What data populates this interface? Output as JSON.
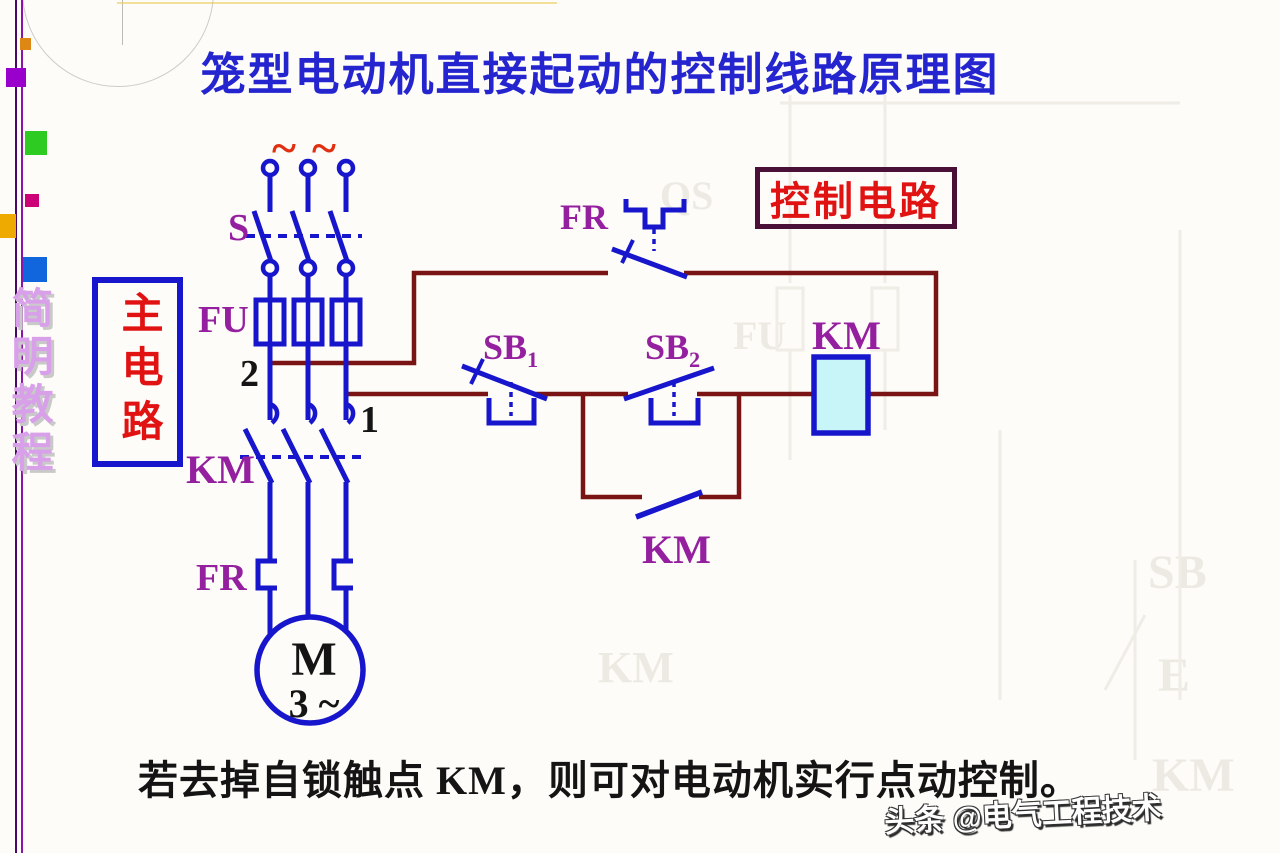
{
  "title": "笼型电动机直接起动的控制线路原理图",
  "caption": "若去掉自锁触点 KM，则可对电动机实行点动控制。",
  "watermark": "头条 @电气工程技术",
  "sidebar": {
    "vertical_text": "简明教程",
    "squares": [
      "#dd8815",
      "#9900cc",
      "#2ecc22",
      "#cc0077",
      "#eeaa00",
      "#1166dd"
    ]
  },
  "boxes": {
    "main": "主电路",
    "control": "控制电路"
  },
  "labels": {
    "ac_left": "~",
    "ac_right": "~",
    "s": "S",
    "fu": "FU",
    "node2": "2",
    "node1": "1",
    "km_main": "KM",
    "fr_main": "FR",
    "fr_ctrl": "FR",
    "sb1": "SB",
    "sb1_sub": "1",
    "sb2": "SB",
    "sb2_sub": "2",
    "km_coil": "KM",
    "km_latch": "KM",
    "motor": "M",
    "motor_sub": "3 ~"
  },
  "ghost_labels": {
    "qs": "QS",
    "fu": "FU",
    "km_left": "KM",
    "sb": "SB",
    "e": "E",
    "km_right": "KM"
  },
  "colors": {
    "circuit_blue": "#1716cd",
    "wire_maroon": "#7a1414",
    "label_purple": "#95209f",
    "title_blue": "#2525d0",
    "box_red_text": "#e01212",
    "coil_fill": "#c8f6f8",
    "control_box_border": "#4a1038"
  }
}
